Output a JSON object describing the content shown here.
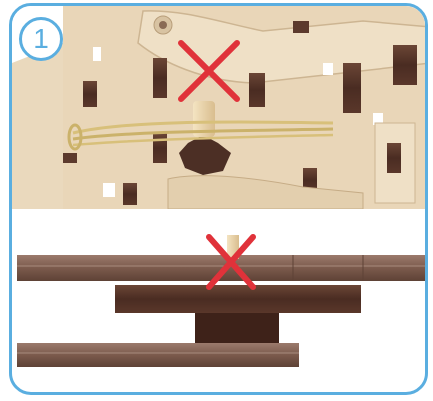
{
  "step": {
    "number": "1"
  },
  "colors": {
    "frame_border": "#5aaee0",
    "wood_light": "#e6d2b3",
    "wood_dark": "#4a2c22",
    "cross_mark": "#e0323a",
    "rubber_band": "#d8c07a"
  },
  "panels": [
    {
      "name": "top-view",
      "icons": [
        "wooden-mechanism",
        "rubber-band",
        "cross-mark"
      ]
    },
    {
      "name": "side-view",
      "icons": [
        "wooden-layers",
        "wooden-pin",
        "cross-mark"
      ]
    }
  ]
}
